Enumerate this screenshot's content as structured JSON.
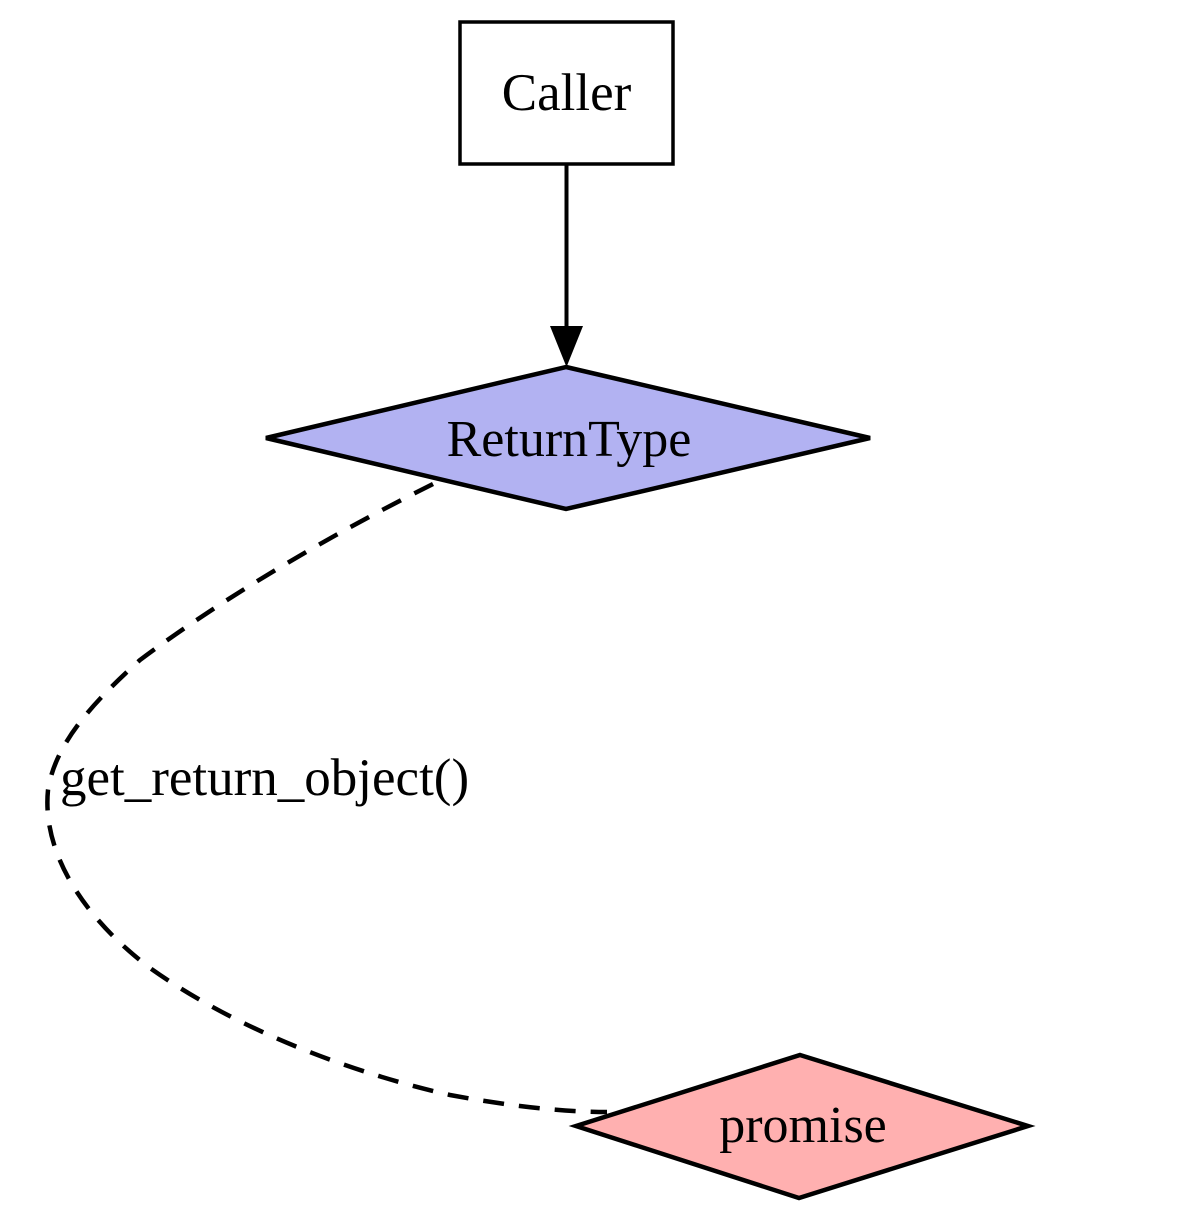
{
  "diagram": {
    "background_color": "#ffffff",
    "stroke_color": "#000000",
    "nodes": [
      {
        "shape": "box",
        "label": "Caller",
        "fill": "#ffffff"
      },
      {
        "shape": "diamond",
        "label": "ReturnType",
        "fill": "#b2b2f2"
      },
      {
        "shape": "diamond",
        "label": "promise",
        "fill": "#ffb0b0"
      }
    ],
    "edges": [
      {
        "from": "Caller",
        "to": "ReturnType",
        "style": "solid",
        "arrowhead": "filled-triangle",
        "label": ""
      },
      {
        "from": "ReturnType",
        "to": "promise",
        "style": "dashed",
        "arrowhead": "none",
        "label": "get_return_object()"
      }
    ]
  }
}
